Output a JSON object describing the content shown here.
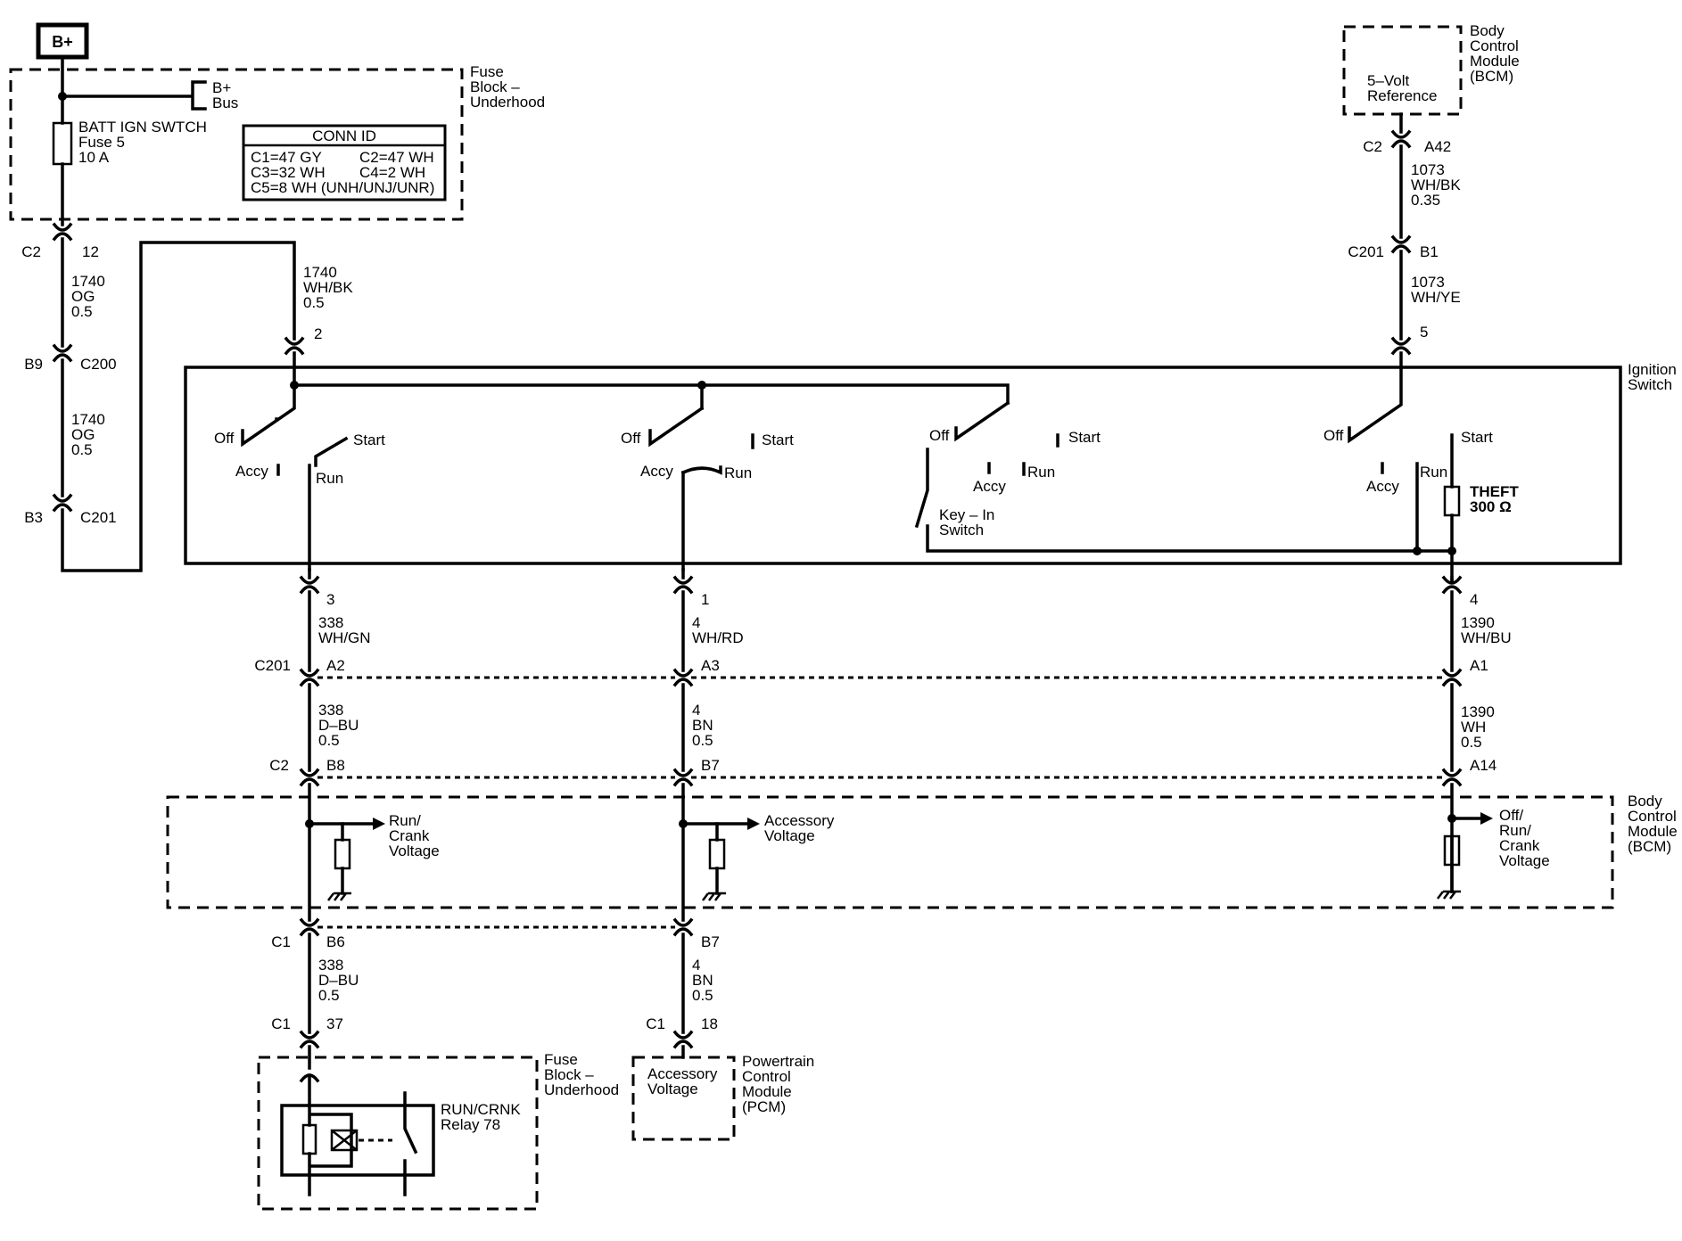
{
  "supply": {
    "label": "B+"
  },
  "fuse_block_top": {
    "title": [
      "Fuse",
      "Block –",
      "Underhood"
    ],
    "bus_label": [
      "B+",
      "Bus"
    ],
    "fuse_label": [
      "BATT IGN SWTCH",
      "Fuse 5",
      "10 A"
    ],
    "conn_id": {
      "title": "CONN ID",
      "rows": [
        [
          "C1=47 GY",
          "C2=47 WH"
        ],
        [
          "C3=32 WH",
          "C4=2 WH"
        ],
        [
          "C5=8 WH (UNH/UNJ/UNR)"
        ]
      ]
    }
  },
  "left_feed": {
    "c2": {
      "conn": "C2",
      "pin": "12"
    },
    "wire1": [
      "1740",
      "OG",
      "0.5"
    ],
    "c200": {
      "pin": "B9",
      "conn": "C200"
    },
    "wire2": [
      "1740",
      "OG",
      "0.5"
    ],
    "c201": {
      "pin": "B3",
      "conn": "C201"
    }
  },
  "switch_input": {
    "wire": [
      "1740",
      "WH/BK",
      "0.5"
    ],
    "pin": "2"
  },
  "bcm_top": {
    "title": [
      "Body",
      "Control",
      "Module",
      "(BCM)"
    ],
    "ref": [
      "5–Volt",
      "Reference"
    ],
    "conn_a": {
      "conn": "C2",
      "pin": "A42"
    },
    "wire1": [
      "1073",
      "WH/BK",
      "0.35"
    ],
    "conn_b": {
      "conn": "C201",
      "pin": "B1"
    },
    "wire2": [
      "1073",
      "WH/YE"
    ],
    "pin": "5"
  },
  "ignition_switch": {
    "title": [
      "Ignition",
      "Switch"
    ],
    "sw1": {
      "off": "Off",
      "start": "Start",
      "accy": "Accy",
      "run": "Run"
    },
    "sw2": {
      "off": "Off",
      "start": "Start",
      "accy": "Accy",
      "run": "Run"
    },
    "sw3": {
      "off": "Off",
      "start": "Start",
      "accy": "Accy",
      "run": "Run",
      "keyin": [
        "Key – In",
        "Switch"
      ]
    },
    "sw4": {
      "off": "Off",
      "start": "Start",
      "accy": "Accy",
      "run": "Run",
      "theft": [
        "THEFT",
        "300 Ω"
      ]
    }
  },
  "circuits": [
    {
      "pin": "3",
      "wire1": [
        "338",
        "WH/GN"
      ],
      "c201": {
        "conn": "C201",
        "pin": "A2"
      },
      "wire2": [
        "338",
        "D–BU",
        "0.5"
      ],
      "c2": {
        "conn": "C2",
        "pin": "B8"
      },
      "bcm_label": [
        "Run/",
        "Crank",
        "Voltage"
      ],
      "c1": {
        "conn": "C1",
        "pin": "B6"
      },
      "wire3": [
        "338",
        "D–BU",
        "0.5"
      ],
      "end": {
        "conn": "C1",
        "pin": "37"
      }
    },
    {
      "pin": "1",
      "wire1": [
        "4",
        "WH/RD"
      ],
      "c201": {
        "pin": "A3"
      },
      "wire2": [
        "4",
        "BN",
        "0.5"
      ],
      "c2": {
        "pin": "B7"
      },
      "bcm_label": [
        "Accessory",
        "Voltage"
      ],
      "c1": {
        "pin": "B7"
      },
      "wire3": [
        "4",
        "BN",
        "0.5"
      ],
      "end": {
        "conn": "C1",
        "pin": "18"
      }
    },
    {
      "pin": "4",
      "wire1": [
        "1390",
        "WH/BU"
      ],
      "c201": {
        "pin": "A1"
      },
      "wire2": [
        "1390",
        "WH",
        "0.5"
      ],
      "c2": {
        "pin": "A14"
      },
      "bcm_label": [
        "Off/",
        "Run/",
        "Crank",
        "Voltage"
      ]
    }
  ],
  "bcm_bottom": {
    "title": [
      "Body",
      "Control",
      "Module",
      "(BCM)"
    ]
  },
  "fuse_block_bottom": {
    "title": [
      "Fuse",
      "Block –",
      "Underhood"
    ],
    "relay": [
      "RUN/CRNK",
      "Relay 78"
    ]
  },
  "pcm": {
    "inner": [
      "Accessory",
      "Voltage"
    ],
    "title": [
      "Powertrain",
      "Control",
      "Module",
      "(PCM)"
    ]
  }
}
